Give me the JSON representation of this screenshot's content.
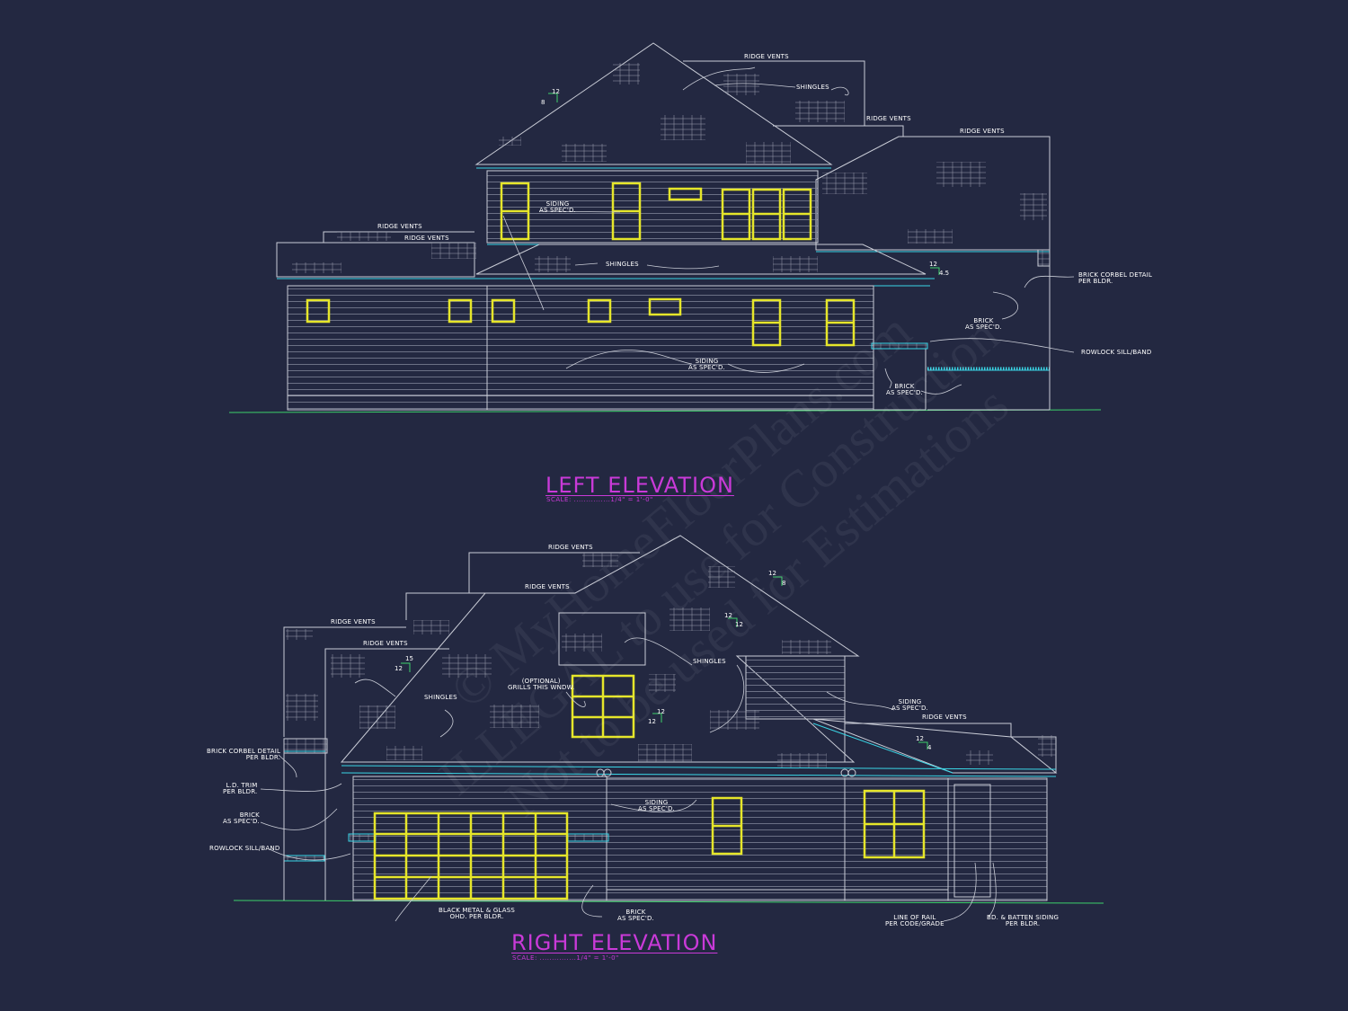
{
  "watermark": {
    "lines": [
      "© MyHomeFloorPlans.com",
      "ILLEGAL to use for Construction",
      "Not to be used for Estimations"
    ]
  },
  "colors": {
    "background": "#232841",
    "outline": "#c9ccd6",
    "window": "#e6e62a",
    "trim": "#3ad6e6",
    "title": "#c93ad8",
    "ground": "#3cd06a"
  },
  "left_elevation": {
    "title": "LEFT ELEVATION",
    "scale": "SCALE: ...............1/4\" = 1'-0\"",
    "notes": {
      "ridge_vents_top": "RIDGE VENTS",
      "shingles_top": "SHINGLES",
      "ridge_vents_mid": "RIDGE VENTS",
      "ridge_vents_right": "RIDGE VENTS",
      "siding_upper": "SIDING\nAS SPEC'D.",
      "ridge_vents_left1": "RIDGE VENTS",
      "ridge_vents_left2": "RIDGE VENTS",
      "shingles_low": "SHINGLES",
      "brick_corbel": "BRICK CORBEL DETAIL\nPER BLDR.",
      "brick_right": "BRICK\nAS SPEC'D.",
      "rowlock": "ROWLOCK SILL/BAND",
      "siding_lower": "SIDING\nAS SPEC'D.",
      "brick_low": "BRICK\nAS SPEC'D."
    },
    "pitches": {
      "main_rise": "12",
      "main_run": "8",
      "porch_rise": "12",
      "porch_run": "4.5"
    }
  },
  "right_elevation": {
    "title": "RIGHT ELEVATION",
    "scale": "SCALE: ...............1/4\" = 1'-0\"",
    "notes": {
      "ridge_vents_top": "RIDGE VENTS",
      "ridge_vents_2": "RIDGE VENTS",
      "ridge_vents_3": "RIDGE VENTS",
      "ridge_vents_4": "RIDGE VENTS",
      "optional_grills": "(OPTIONAL)\nGRILLS THIS WNDW.",
      "shingles_left": "SHINGLES",
      "shingles_right": "SHINGLES",
      "siding_right": "SIDING\nAS SPEC'D.",
      "ridge_vents_right": "RIDGE VENTS",
      "brick_corbel": "BRICK CORBEL DETAIL\nPER BLDR.",
      "ld_trim": "L.D. TRIM\nPER BLDR.",
      "brick_left": "BRICK\nAS SPEC'D.",
      "rowlock": "ROWLOCK SILL/BAND",
      "siding_mid": "SIDING\nAS SPEC'D.",
      "garage_door": "BLACK METAL & GLASS\nOHD. PER BLDR.",
      "brick_low": "BRICK\nAS SPEC'D.",
      "line_of_rail": "LINE OF RAIL\nPER CODE/GRADE",
      "bd_batten": "BD. & BATTEN SIDING\nPER BLDR."
    },
    "pitches": {
      "p1_rise": "12",
      "p1_run": "8",
      "p2_rise": "12",
      "p2_run": "12",
      "p3_rise": "15",
      "p3_run": "12",
      "p4_rise": "12",
      "p4_run": "12",
      "p5_rise": "12",
      "p5_run": "4"
    }
  }
}
